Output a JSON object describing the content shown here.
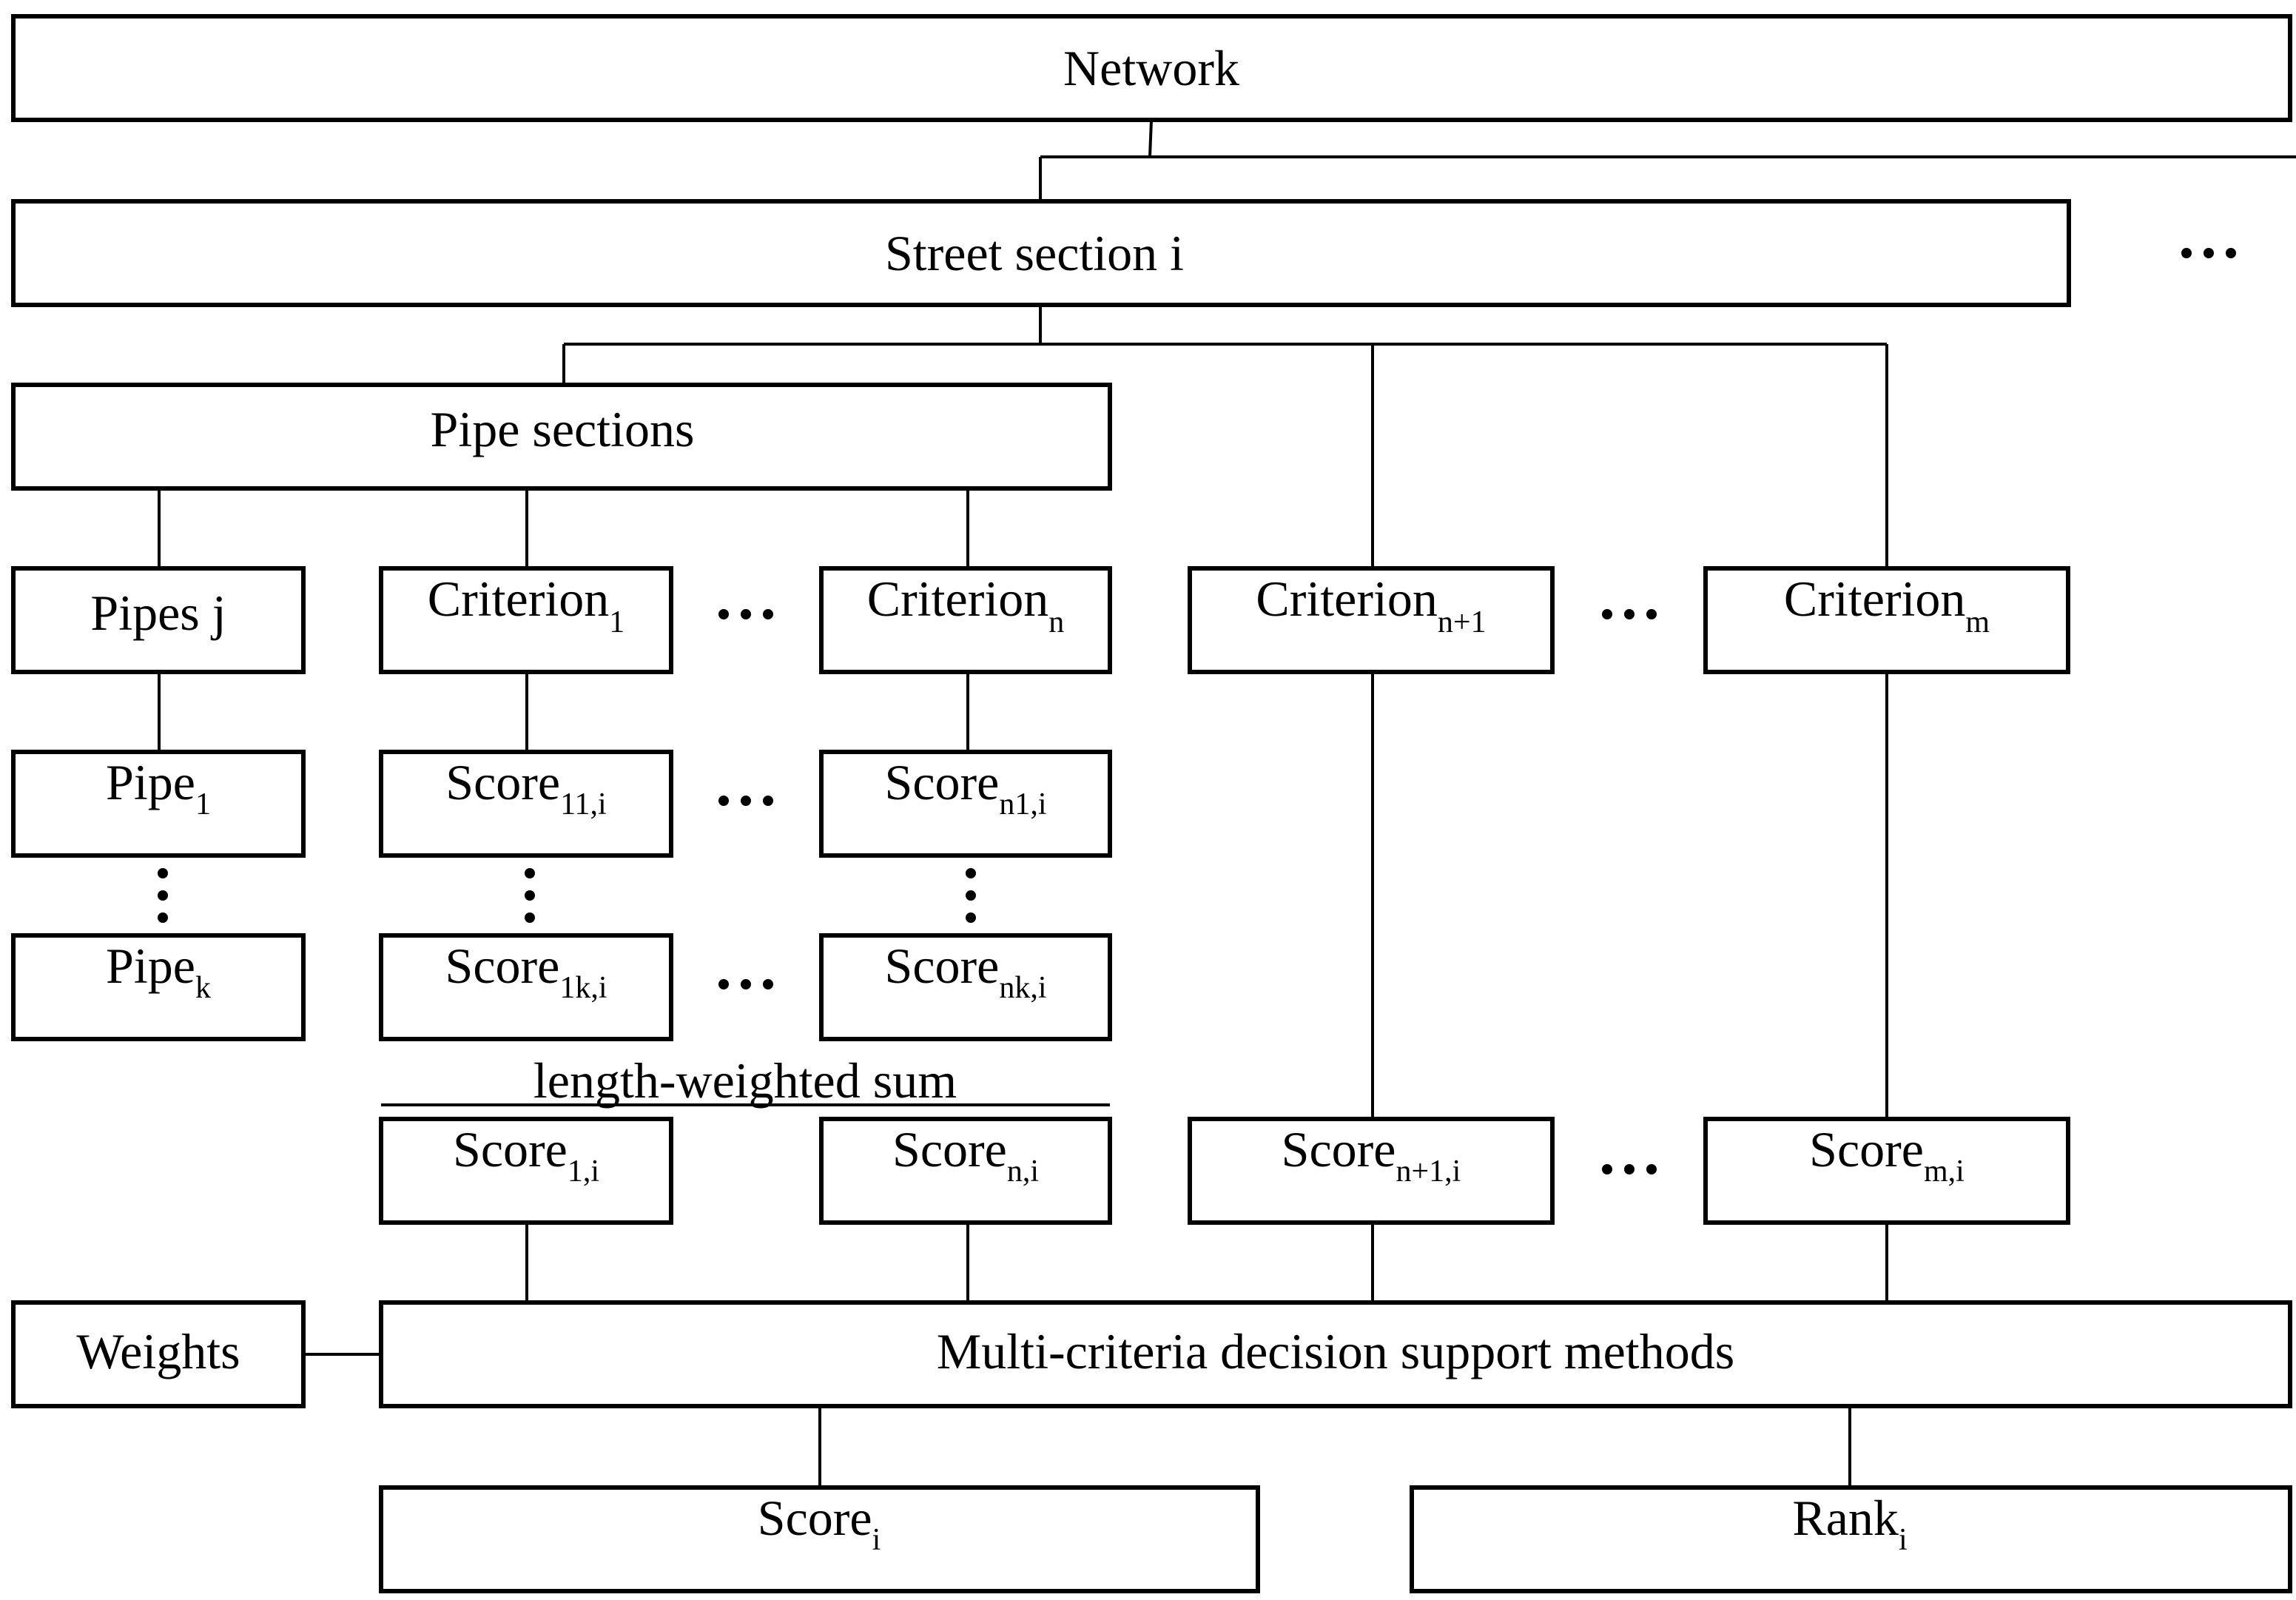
{
  "network": {
    "label": "Network"
  },
  "street_section": {
    "label": "Street section i"
  },
  "pipe_sections": {
    "label": "Pipe sections"
  },
  "pipes_j": {
    "label": "Pipes j"
  },
  "pipe_1": {
    "base": "Pipe",
    "sub": "1"
  },
  "pipe_k": {
    "base": "Pipe",
    "sub": "k"
  },
  "criterion_1": {
    "base": "Criterion",
    "sub": "1"
  },
  "criterion_n": {
    "base": "Criterion",
    "sub": "n"
  },
  "criterion_n1": {
    "base": "Criterion",
    "sub": "n+1"
  },
  "criterion_m": {
    "base": "Criterion",
    "sub": "m"
  },
  "score_11i": {
    "base": "Score",
    "sub": "11,i"
  },
  "score_n1i": {
    "base": "Score",
    "sub": "n1,i"
  },
  "score_1ki": {
    "base": "Score",
    "sub": "1k,i"
  },
  "score_nki": {
    "base": "Score",
    "sub": "nk,i"
  },
  "length_weighted_sum": {
    "label": "length-weighted sum"
  },
  "score_1i": {
    "base": "Score",
    "sub": "1,i"
  },
  "score_ni": {
    "base": "Score",
    "sub": "n,i"
  },
  "score_n1_i": {
    "base": "Score",
    "sub": "n+1,i"
  },
  "score_mi": {
    "base": "Score",
    "sub": "m,i"
  },
  "weights": {
    "label": "Weights"
  },
  "mcdm": {
    "label": "Multi-criteria decision support methods"
  },
  "score_i": {
    "base": "Score",
    "sub": "i"
  },
  "rank_i": {
    "base": "Rank",
    "sub": "i"
  }
}
